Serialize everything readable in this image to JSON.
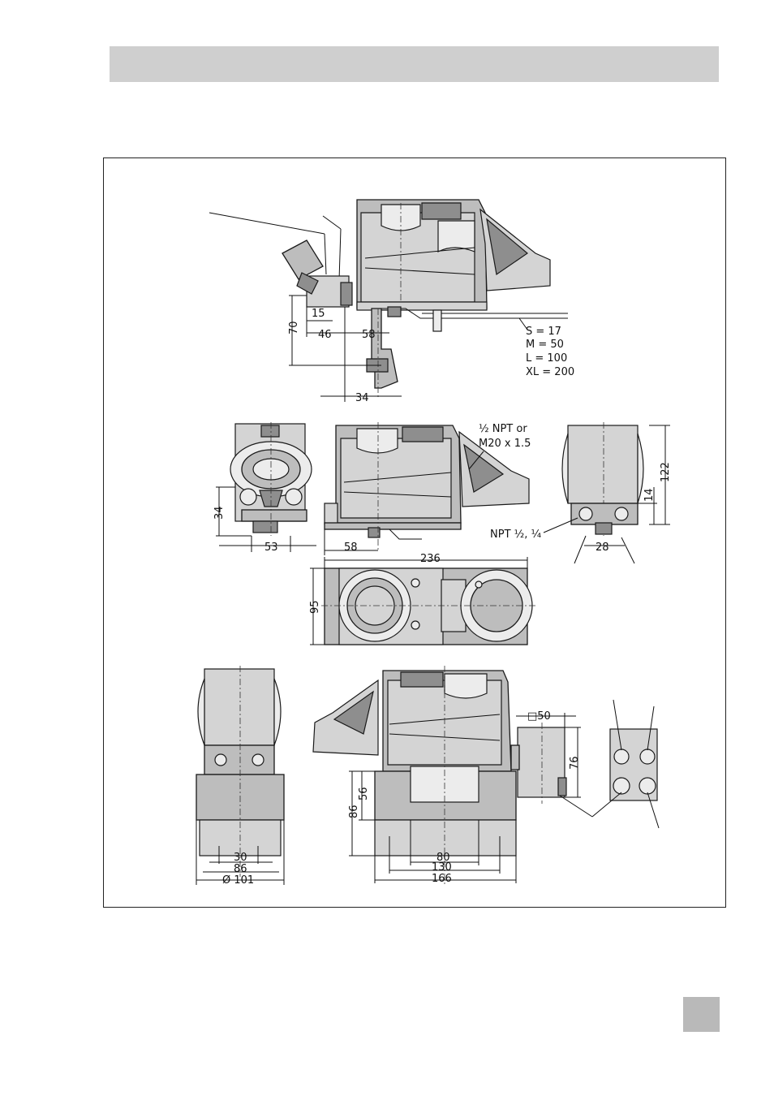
{
  "dimensions": {
    "side_view": {
      "d15": "15",
      "d46": "46",
      "d58": "58",
      "d70": "70",
      "d34": "34",
      "stroke_sizes": [
        "S = 17",
        "M = 50",
        "L = 100",
        "XL = 200"
      ]
    },
    "middle_row": {
      "thread_line1": "½ NPT or",
      "thread_line2": "M20 x 1.5",
      "d34": "34",
      "d53": "53",
      "d58": "58",
      "d14": "14",
      "d122": "122",
      "d28": "28",
      "npt": "NPT ½, ¼"
    },
    "top_view": {
      "d236": "236",
      "d95": "95"
    },
    "bottom_row": {
      "d30": "30",
      "d86": "86",
      "d101": "Ø 101",
      "d56": "56",
      "d86b": "86",
      "d80": "80",
      "d130": "130",
      "d166": "166",
      "d50": "□50",
      "d76": "76"
    }
  }
}
